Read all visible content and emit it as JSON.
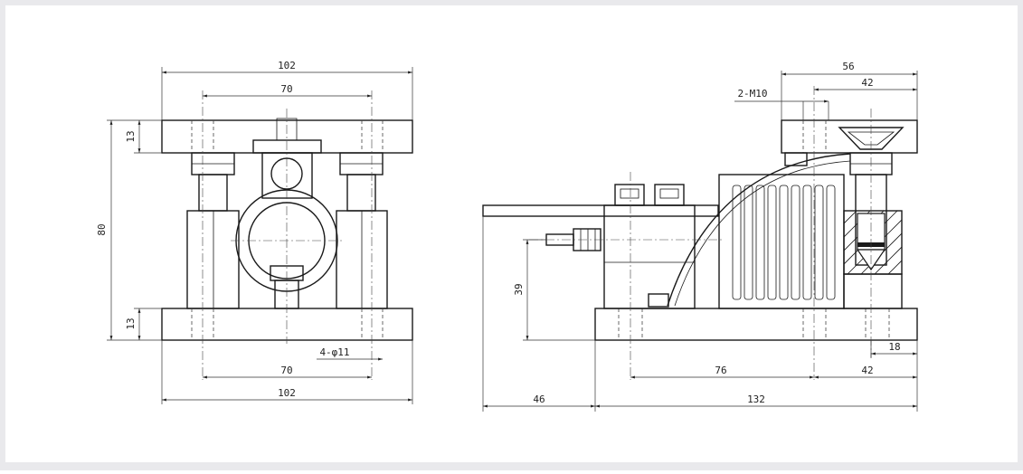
{
  "colors": {
    "background": "#e9e9ec",
    "sheet": "#ffffff",
    "line": "#1a1a1a"
  },
  "front_view": {
    "top_width": "102",
    "top_hole_spacing": "70",
    "top_plate_thickness": "13",
    "total_height": "80",
    "bottom_plate_thickness": "13",
    "hole_callout": "4-φ11",
    "bottom_hole_spacing": "70",
    "bottom_width": "102"
  },
  "side_view": {
    "top_width": "56",
    "top_offset": "42",
    "thread_callout": "2-M10",
    "height": "39",
    "right_edge": "18",
    "span_76": "76",
    "span_42": "42",
    "overhang": "46",
    "base_length": "132"
  }
}
